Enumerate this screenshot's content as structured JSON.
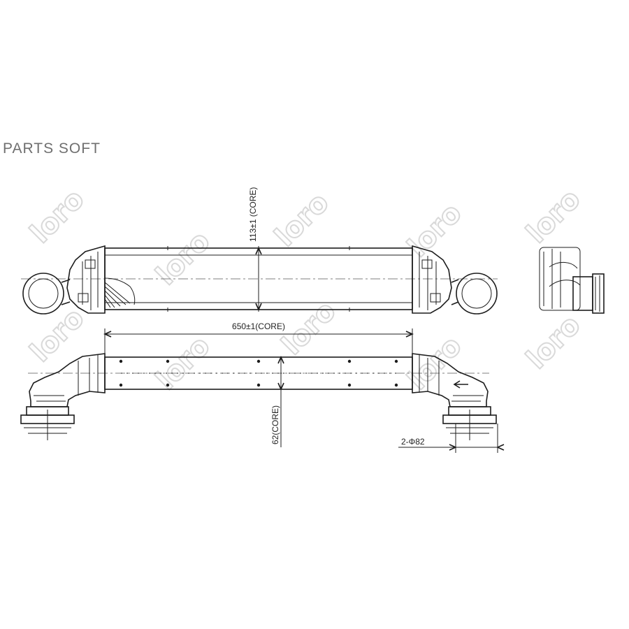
{
  "header": {
    "brand_text": "PARTS SOFT"
  },
  "watermark": {
    "text": "loro",
    "color": "#d9d9d9"
  },
  "dimensions": {
    "core_height": "113±1 (CORE)",
    "core_length": "650±1(CORE)",
    "core_depth": "62(CORE)",
    "port_diameter": "2-Φ82"
  },
  "colors": {
    "line": "#1c1c1c",
    "brand": "#6f6f6f",
    "background": "#ffffff"
  }
}
